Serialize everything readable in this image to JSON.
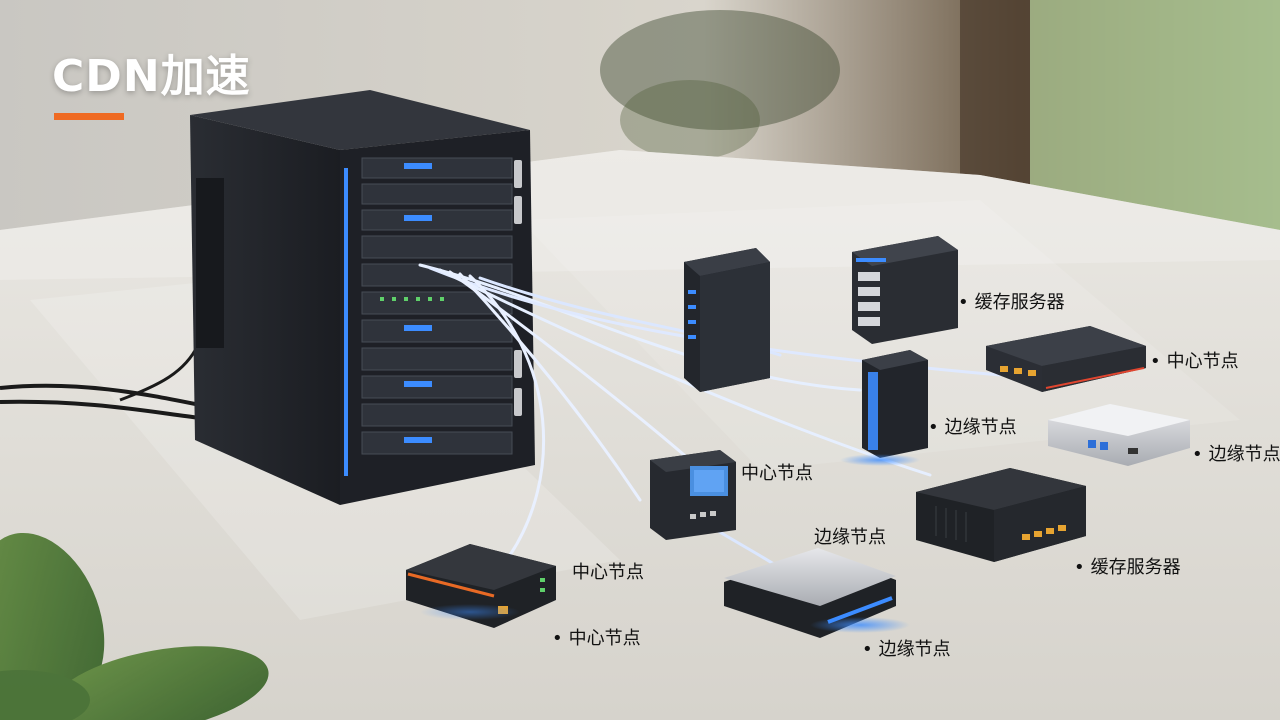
{
  "title": "CDN加速",
  "colors": {
    "accent": "#ef6a22",
    "glow": "#3c8cff"
  },
  "labels": {
    "cache_server_top": "缓存服务器",
    "center_node_right": "中心节点",
    "edge_node_middle": "边缘节点",
    "edge_node_right": "边缘节点",
    "center_node_cube": "中心节点",
    "edge_node_upper": "边缘节点",
    "cache_server_bottom": "缓存服务器",
    "center_node_left_upper": "中心节点",
    "center_node_left_lower": "中心节点",
    "edge_node_bottom": "边缘节点"
  },
  "bullet": "•"
}
